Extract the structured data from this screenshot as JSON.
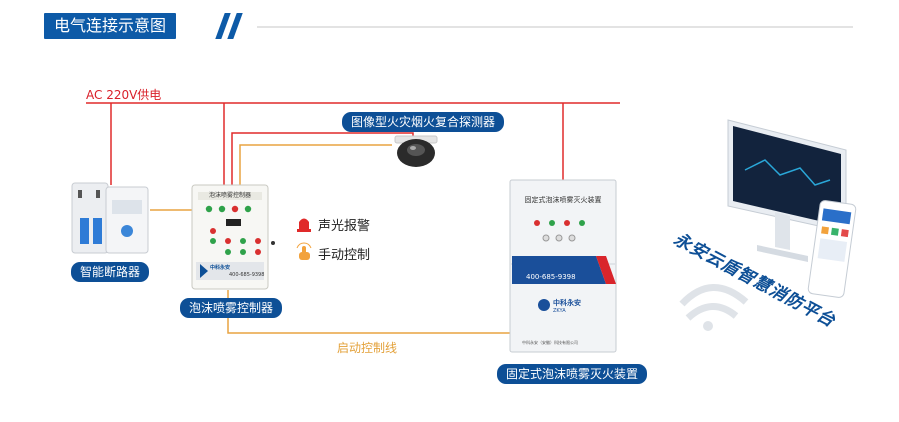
{
  "header": {
    "title": "电气连接示意图"
  },
  "wires": {
    "power_label": "AC 220V供电",
    "start_control_label": "启动控制线",
    "colors": {
      "power": "#e02a2a",
      "control": "#e8a341"
    }
  },
  "devices": {
    "breaker_label": "智能断路器",
    "controller_label": "泡沫喷雾控制器",
    "detector_label": "图像型火灾烟火复合探测器",
    "extinguisher_label": "固定式泡沫喷雾灭火装置"
  },
  "legend": {
    "alarm": {
      "icon": "alarm-light-icon",
      "label": "声光报警"
    },
    "manual": {
      "icon": "hand-press-icon",
      "label": "手动控制"
    }
  },
  "cabinet": {
    "title": "固定式泡沫喷雾灭火装置",
    "hotline": "400-685-9398",
    "brand": "中科永安",
    "brand_en": "ZKYA",
    "footer": "中科永安（安徽）科技有限公司"
  },
  "controller_panel": {
    "title": "泡沫喷雾控制器",
    "hotline": "400-685-9398",
    "brand": "中科永安"
  },
  "platform": {
    "label": "永安云盾智慧消防平台"
  }
}
